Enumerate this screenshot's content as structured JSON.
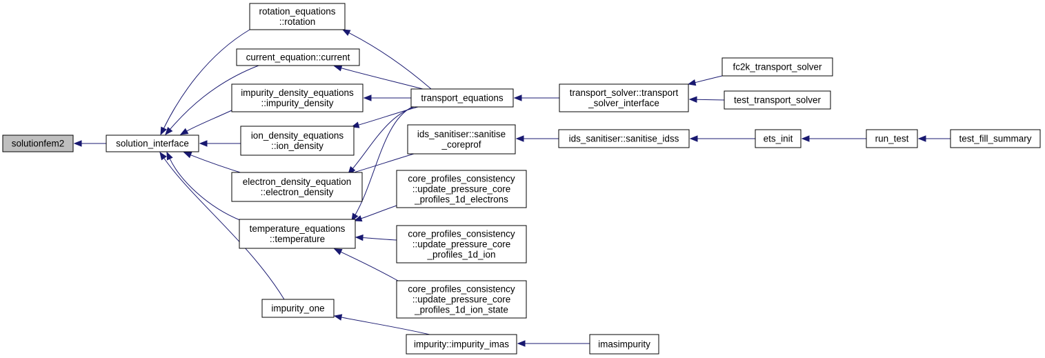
{
  "colors": {
    "edge": "#191970",
    "root_fill": "#bfbfbf",
    "node_fill": "#ffffff",
    "border": "#000000"
  },
  "nodes": [
    {
      "id": "solutionfem2",
      "lines": [
        "solutionfem2"
      ],
      "root": true
    },
    {
      "id": "solution_interface",
      "lines": [
        "solution_interface"
      ]
    },
    {
      "id": "rotation",
      "lines": [
        "rotation_equations",
        "::rotation"
      ]
    },
    {
      "id": "current",
      "lines": [
        "current_equation::current"
      ]
    },
    {
      "id": "impurity_density",
      "lines": [
        "impurity_density_equations",
        "::impurity_density"
      ]
    },
    {
      "id": "ion_density",
      "lines": [
        "ion_density_equations",
        "::ion_density"
      ]
    },
    {
      "id": "electron_density",
      "lines": [
        "electron_density_equation",
        "::electron_density"
      ]
    },
    {
      "id": "temperature",
      "lines": [
        "temperature_equations",
        "::temperature"
      ]
    },
    {
      "id": "impurity_one",
      "lines": [
        "impurity_one"
      ]
    },
    {
      "id": "transport_equations",
      "lines": [
        "transport_equations"
      ]
    },
    {
      "id": "sanitise_coreprof",
      "lines": [
        "ids_sanitiser::sanitise",
        "_coreprof"
      ]
    },
    {
      "id": "upd_electrons",
      "lines": [
        "core_profiles_consistency",
        "::update_pressure_core",
        "_profiles_1d_electrons"
      ]
    },
    {
      "id": "upd_ion",
      "lines": [
        "core_profiles_consistency",
        "::update_pressure_core",
        "_profiles_1d_ion"
      ]
    },
    {
      "id": "upd_ion_state",
      "lines": [
        "core_profiles_consistency",
        "::update_pressure_core",
        "_profiles_1d_ion_state"
      ]
    },
    {
      "id": "impurity_imas",
      "lines": [
        "impurity::impurity_imas"
      ]
    },
    {
      "id": "transport_solver_interface",
      "lines": [
        "transport_solver::transport",
        "_solver_interface"
      ]
    },
    {
      "id": "sanitise_idss",
      "lines": [
        "ids_sanitiser::sanitise_idss"
      ]
    },
    {
      "id": "imasimpurity",
      "lines": [
        "imasimpurity"
      ]
    },
    {
      "id": "fc2k_transport_solver",
      "lines": [
        "fc2k_transport_solver"
      ]
    },
    {
      "id": "test_transport_solver",
      "lines": [
        "test_transport_solver"
      ]
    },
    {
      "id": "ets_init",
      "lines": [
        "ets_init"
      ]
    },
    {
      "id": "run_test",
      "lines": [
        "run_test"
      ]
    },
    {
      "id": "test_fill_summary",
      "lines": [
        "test_fill_summary"
      ]
    }
  ],
  "edges": [
    {
      "from": "solution_interface",
      "to": "solutionfem2"
    },
    {
      "from": "rotation",
      "to": "solution_interface"
    },
    {
      "from": "current",
      "to": "solution_interface"
    },
    {
      "from": "impurity_density",
      "to": "solution_interface"
    },
    {
      "from": "ion_density",
      "to": "solution_interface"
    },
    {
      "from": "electron_density",
      "to": "solution_interface"
    },
    {
      "from": "temperature",
      "to": "solution_interface"
    },
    {
      "from": "impurity_one",
      "to": "solution_interface"
    },
    {
      "from": "transport_equations",
      "to": "rotation"
    },
    {
      "from": "transport_equations",
      "to": "current"
    },
    {
      "from": "transport_equations",
      "to": "impurity_density"
    },
    {
      "from": "transport_equations",
      "to": "ion_density"
    },
    {
      "from": "transport_equations",
      "to": "electron_density"
    },
    {
      "from": "transport_equations",
      "to": "temperature"
    },
    {
      "from": "sanitise_coreprof",
      "to": "electron_density"
    },
    {
      "from": "upd_electrons",
      "to": "temperature"
    },
    {
      "from": "upd_ion",
      "to": "temperature"
    },
    {
      "from": "upd_ion_state",
      "to": "temperature"
    },
    {
      "from": "impurity_imas",
      "to": "impurity_one"
    },
    {
      "from": "transport_solver_interface",
      "to": "transport_equations"
    },
    {
      "from": "sanitise_idss",
      "to": "sanitise_coreprof"
    },
    {
      "from": "imasimpurity",
      "to": "impurity_imas"
    },
    {
      "from": "fc2k_transport_solver",
      "to": "transport_solver_interface"
    },
    {
      "from": "test_transport_solver",
      "to": "transport_solver_interface"
    },
    {
      "from": "ets_init",
      "to": "sanitise_idss"
    },
    {
      "from": "run_test",
      "to": "ets_init"
    },
    {
      "from": "test_fill_summary",
      "to": "run_test"
    }
  ]
}
